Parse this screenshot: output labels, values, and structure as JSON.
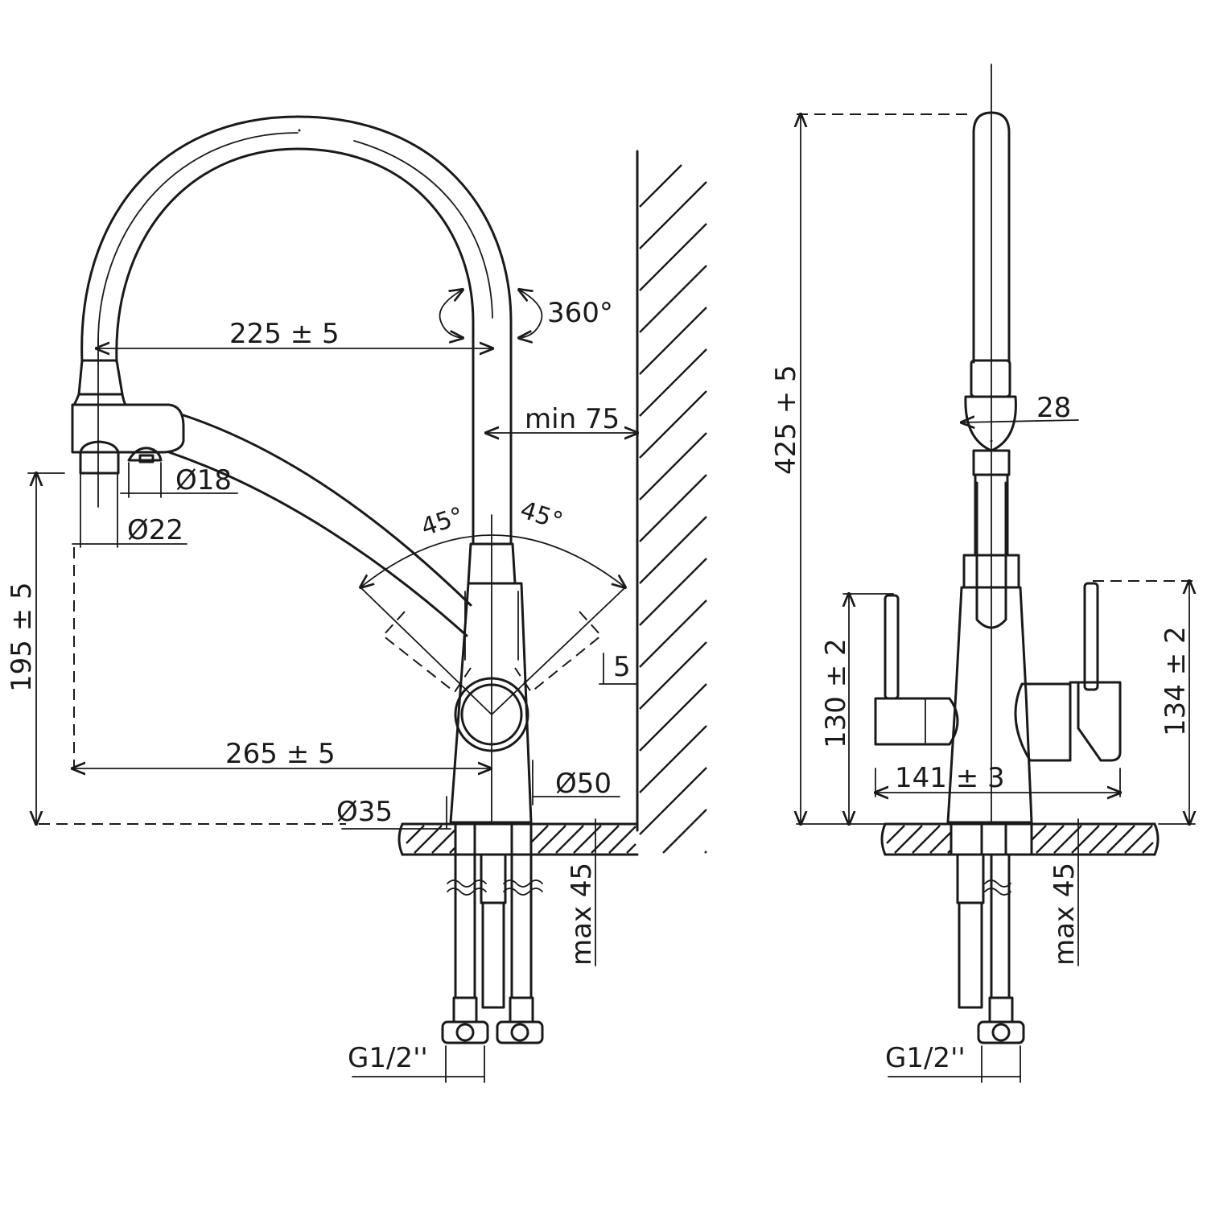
{
  "side_view": {
    "dimensions": {
      "spout_reach": "225 ± 5",
      "rotation": "360°",
      "wall_clearance": "min 75",
      "outlet_diameter_small": "Ø18",
      "outlet_diameter_large": "Ø22",
      "angle_left": "45°",
      "angle_right": "45°",
      "offset": "5",
      "spout_height": "195 ± 5",
      "overall_reach": "265 ± 5",
      "body_diameter": "Ø50",
      "base_diameter": "Ø35",
      "max_thickness": "max 45",
      "connection_thread": "G1/2''"
    }
  },
  "front_view": {
    "dimensions": {
      "overall_height": "425 + 5",
      "spout_diameter": "28",
      "left_handle_height": "130 ± 2",
      "right_handle_height": "134 ± 2",
      "handle_span": "141 ± 3",
      "max_thickness": "max 45",
      "connection_thread": "G1/2''"
    }
  }
}
